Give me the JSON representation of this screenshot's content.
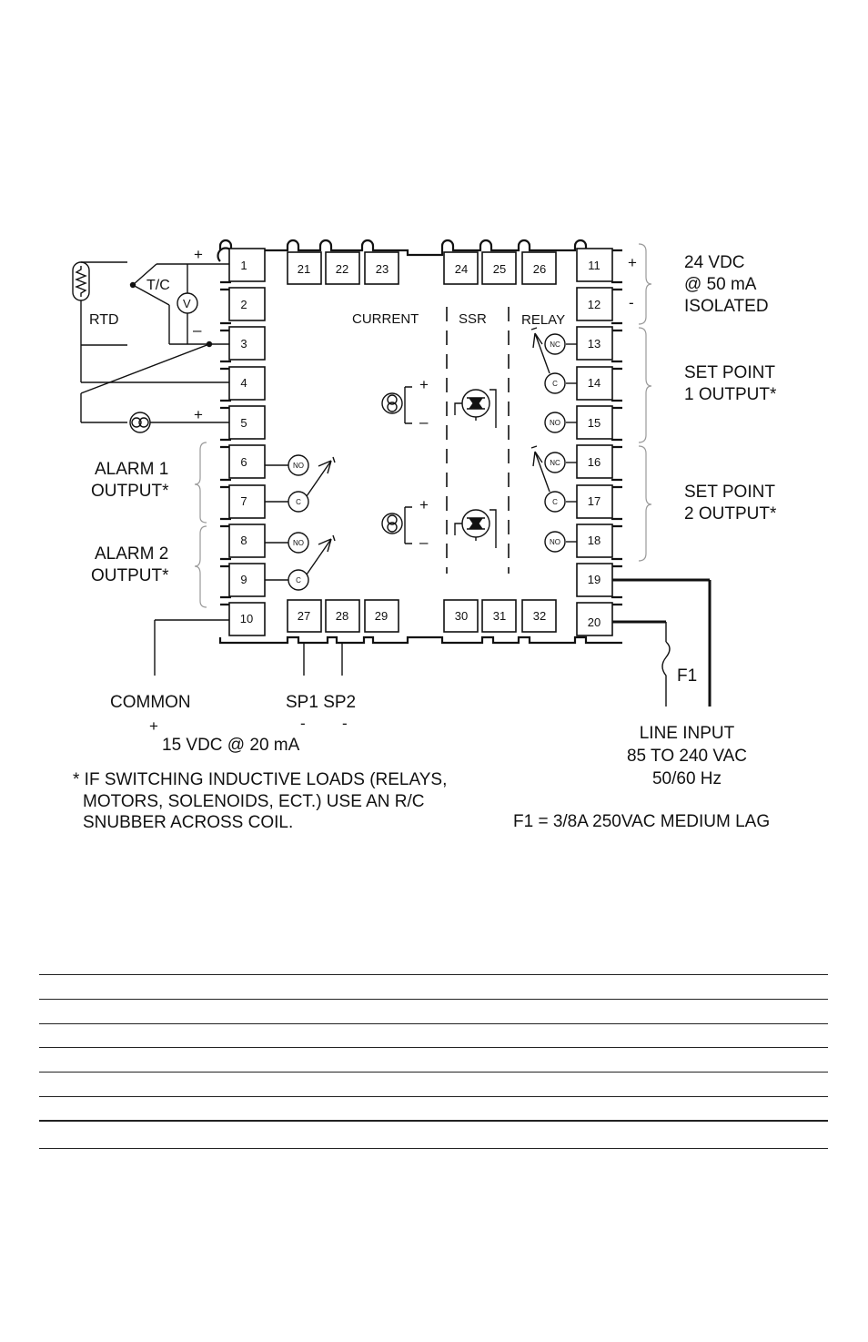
{
  "terminals": {
    "left": [
      "1",
      "2",
      "3",
      "4",
      "5",
      "6",
      "7",
      "8",
      "9",
      "10"
    ],
    "top_a": [
      "21",
      "22",
      "23"
    ],
    "top_b": [
      "24",
      "25",
      "26"
    ],
    "right": [
      "11",
      "12",
      "13",
      "14",
      "15",
      "16",
      "17",
      "18",
      "19",
      "20"
    ],
    "bottom_a": [
      "27",
      "28",
      "29"
    ],
    "bottom_b": [
      "30",
      "31",
      "32"
    ]
  },
  "input_labels": {
    "tc": "T/C",
    "rtd": "RTD",
    "volt": "V",
    "plus": "+",
    "minus": "–"
  },
  "column_headers": {
    "current": "CURRENT",
    "ssr": "SSR",
    "relay": "RELAY"
  },
  "contacts": {
    "no": "NO",
    "nc": "NC",
    "c": "C"
  },
  "left_labels": {
    "alarm1_line1": "ALARM 1",
    "alarm1_line2": "OUTPUT*",
    "alarm2_line1": "ALARM 2",
    "alarm2_line2": "OUTPUT*"
  },
  "right_labels": {
    "supply_line1": "24 VDC",
    "supply_line2": "@ 50 mA",
    "supply_line3": "ISOLATED",
    "plus": "+",
    "minus": "-",
    "sp1_line1": "SET POINT",
    "sp1_line2": "1 OUTPUT*",
    "sp2_line1": "SET POINT",
    "sp2_line2": "2 OUTPUT*"
  },
  "bottom_labels": {
    "common": "COMMON",
    "sp1sp2": "SP1 SP2",
    "common_plus": "+",
    "sp_minus1": "-",
    "sp_minus2": "-",
    "supply": "15 VDC @ 20 mA",
    "fuse": "F1",
    "line_input_1": "LINE INPUT",
    "line_input_2": "85 TO 240 VAC",
    "line_input_3": "50/60 Hz"
  },
  "notes": {
    "note_line1": "* IF SWITCHING INDUCTIVE LOADS (RELAYS,",
    "note_line2": "MOTORS, SOLENOIDS, ECT.) USE AN R/C",
    "note_line3": "SNUBBER ACROSS COIL.",
    "fuse_note": "F1 = 3/8A 250VAC MEDIUM LAG"
  }
}
